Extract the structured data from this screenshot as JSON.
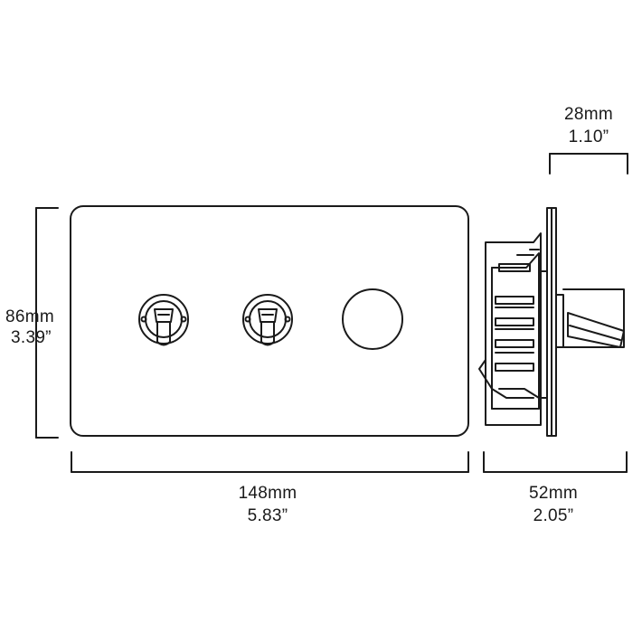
{
  "dimensions": {
    "depth_top": {
      "mm": "28mm",
      "inch": "1.10”"
    },
    "height": {
      "mm": "86mm",
      "inch": "3.39”"
    },
    "width": {
      "mm": "148mm",
      "inch": "5.83”"
    },
    "depth_side": {
      "mm": "52mm",
      "inch": "2.05”"
    }
  },
  "colors": {
    "line": "#1a1a1a",
    "background": "#ffffff"
  }
}
